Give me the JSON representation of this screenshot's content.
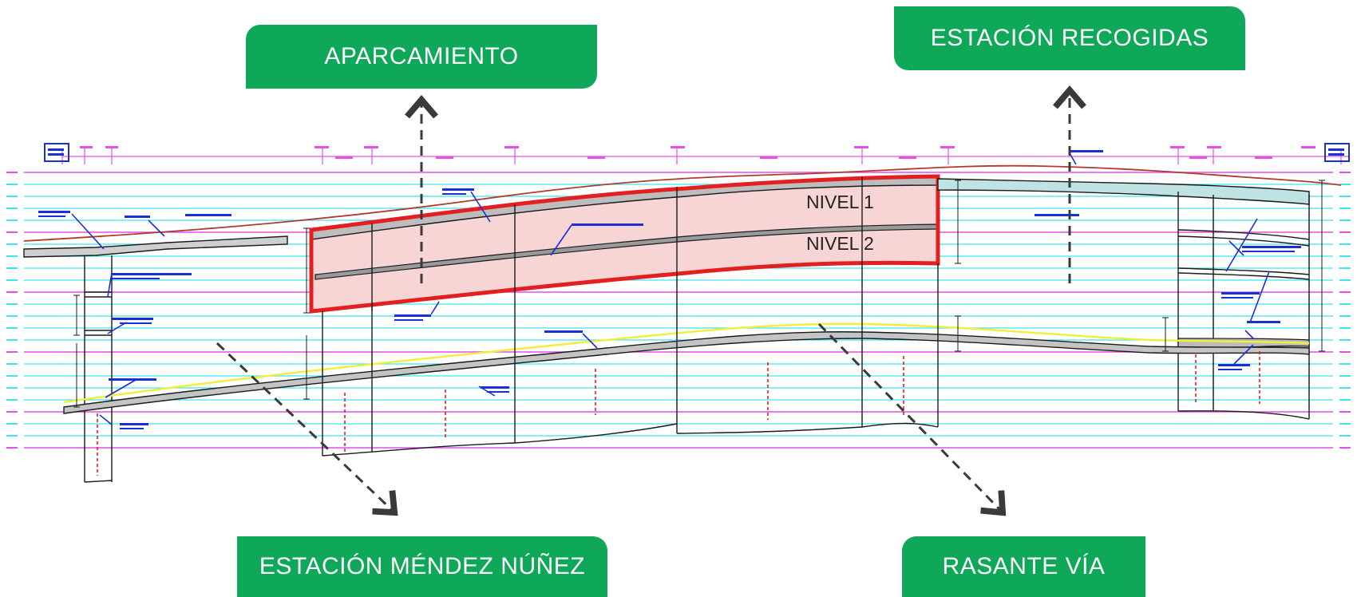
{
  "callouts": {
    "aparcamiento": "APARCAMIENTO",
    "estacion_recogidas": "ESTACIÓN RECOGIDAS",
    "estacion_mendez_nunez": "ESTACIÓN MÉNDEZ NÚÑEZ",
    "rasante_via": "RASANTE VÍA"
  },
  "levels": {
    "nivel_1": "NIVEL 1",
    "nivel_2": "NIVEL 2"
  },
  "colors": {
    "callout_green": "#0ea858",
    "highlight_red": "#e41f1f",
    "highlight_fill": "#f7d5d5",
    "grid_cyan": "#3ee4ee",
    "grid_magenta": "#e64fe8",
    "terrain_red": "#b03a2e",
    "track_yellow": "#f2ef3a",
    "annotation_blue": "#1a2fd6",
    "structure_black": "#1a1a1a",
    "arrow_gray": "#3a3a3a"
  }
}
